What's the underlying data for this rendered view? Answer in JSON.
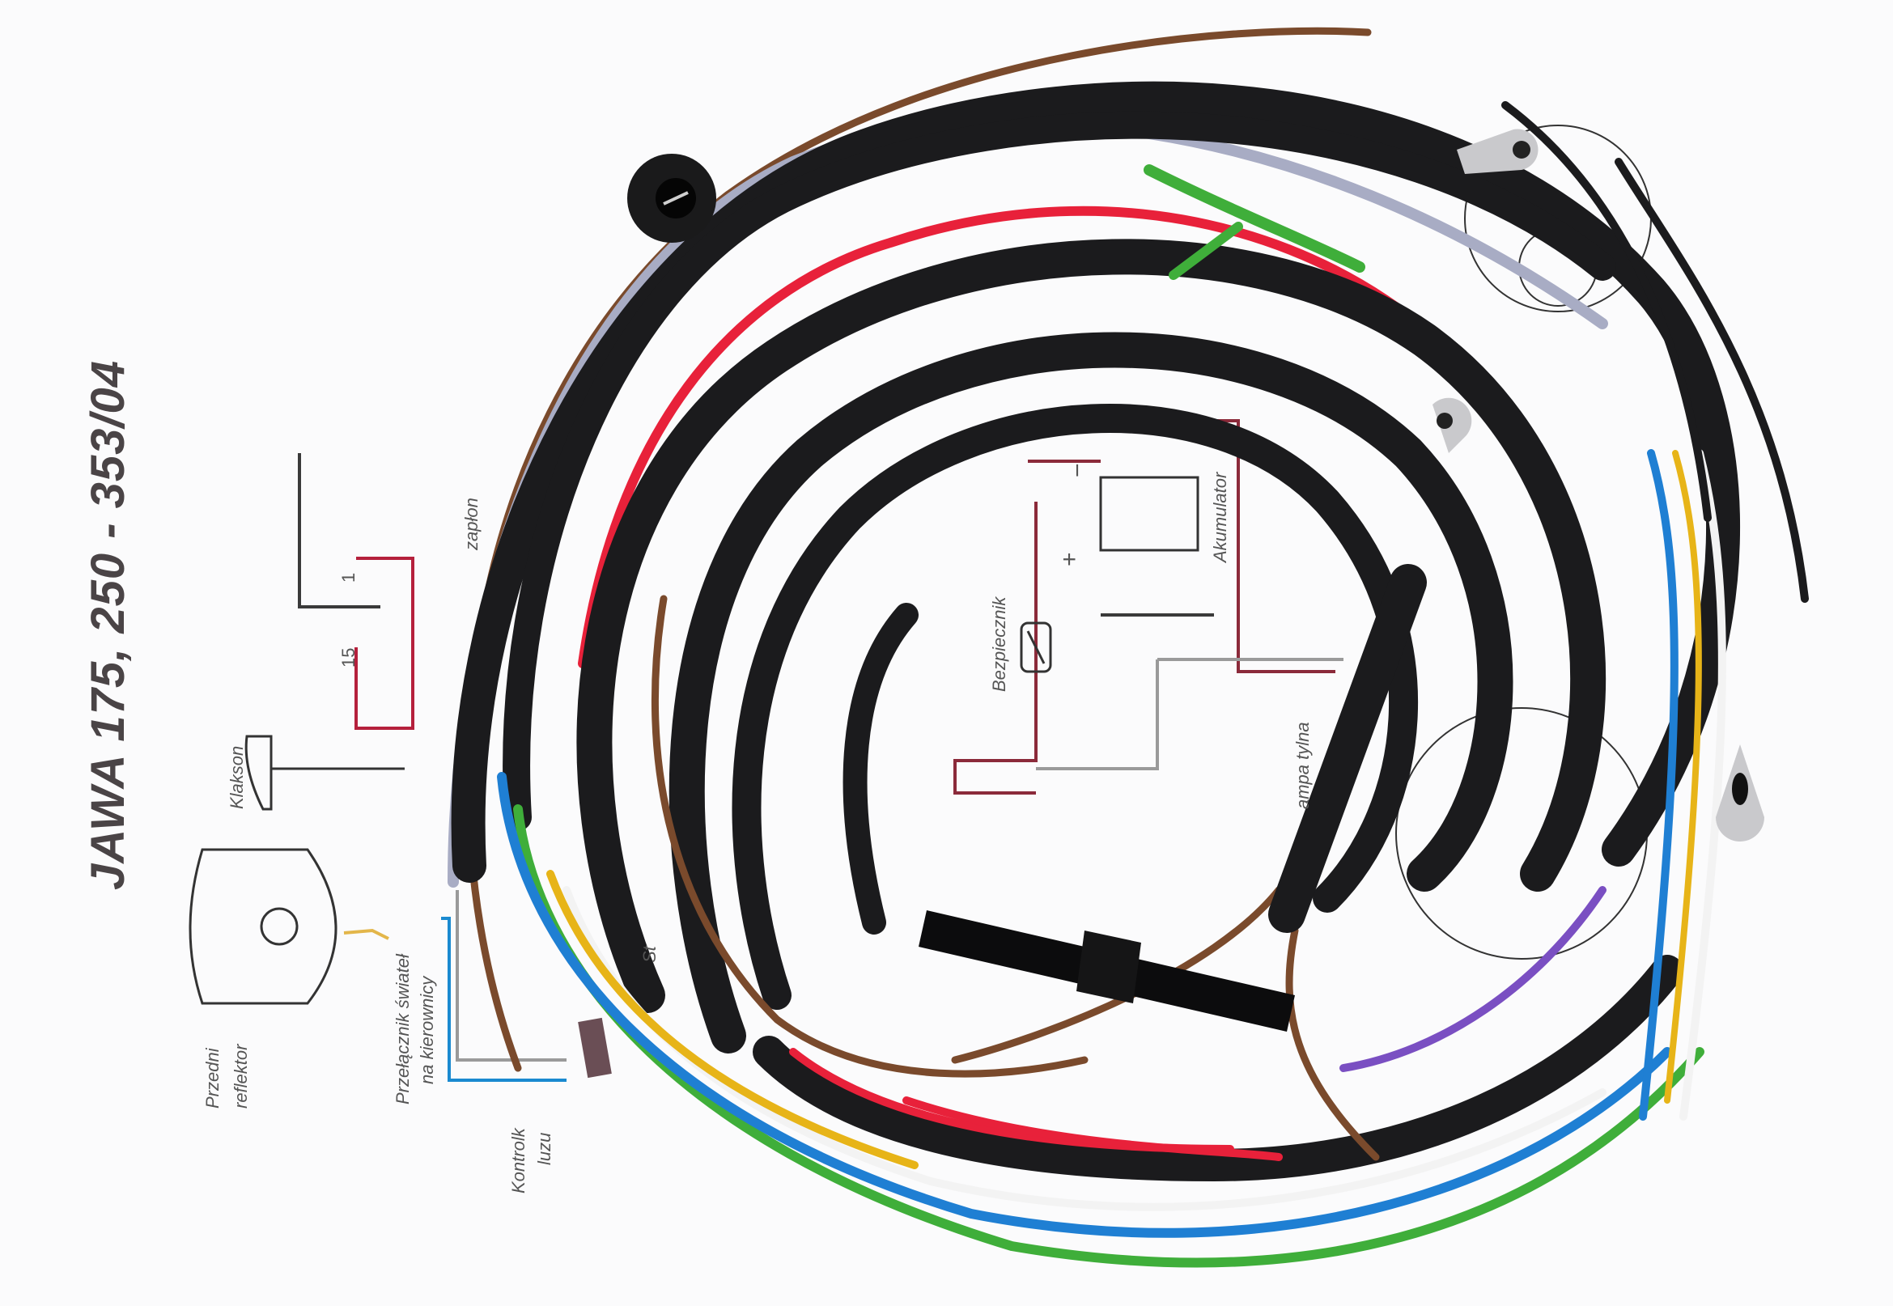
{
  "image": {
    "description": "Motorcycle wiring harness coiled on top of a printed wiring diagram",
    "background": "#fbfbfc"
  },
  "diagram": {
    "title": "JAWA 175, 250 - 353/04",
    "labels": {
      "horn": "Klakson",
      "front_headlight_line1": "Przedni",
      "front_headlight_line2": "reflektor",
      "handlebar_switch_line1": "Przełącznik świateł",
      "handlebar_switch_line2": "na kierownicy",
      "neutral_light_line1": "Kontrolk",
      "neutral_light_line2": "luzu",
      "ignition": "zapłon",
      "fuse": "Bezpiecznik",
      "battery": "Akumulator",
      "rear_lamp": "ampa tylna",
      "stop_fragment": "St",
      "terminal_15": "15",
      "terminal_1": "1",
      "minus": "−",
      "plus": "+"
    },
    "line_colors": {
      "red": "#b5203c",
      "dark_red": "#8b2a3a",
      "blue": "#1a8ad0",
      "grey": "#9a9a9a",
      "yellow": "#e3b64a",
      "black": "#3a3a3a"
    }
  },
  "harness": {
    "wire_colors": {
      "black_sheath": "#1b1b1d",
      "brown": "#7a4a2c",
      "grey": "#a8acc4",
      "red": "#e8213a",
      "green": "#3fae3a",
      "blue": "#1f7fd3",
      "yellow": "#e7b418",
      "white": "#f3f3f3",
      "violet": "#7a4fc2",
      "terminal_metal": "#c9c9cc"
    },
    "components": [
      "rubber grommet",
      "ring terminals",
      "inline fuse holder",
      "spade connector",
      "stripped wire ends"
    ]
  }
}
